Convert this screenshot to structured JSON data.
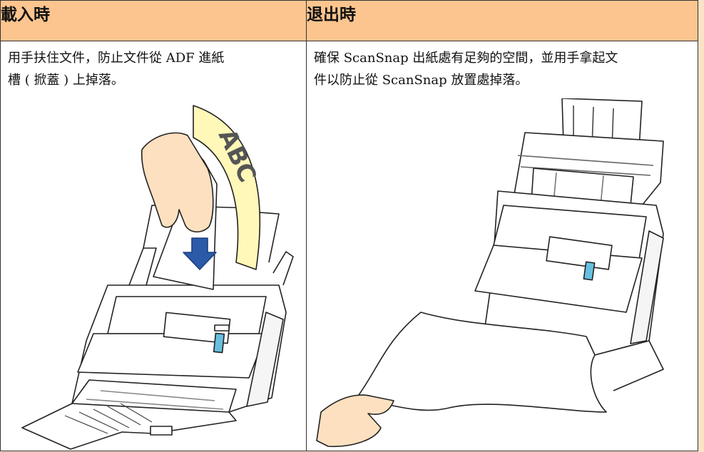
{
  "columns": [
    {
      "header": "載入時",
      "line1": "用手扶住文件，防止文件從 ADF 進紙",
      "line2": "槽 ( 掀蓋 ) 上掉落。",
      "paper_label": "ABC"
    },
    {
      "header": "退出時",
      "line1": "確保 ScanSnap 出紙處有足夠的空間，並用手拿起文",
      "line2": "件以防止從 ScanSnap 放置處掉落。"
    }
  ],
  "colors": {
    "page_bg": "#fde3c5",
    "header_bg": "#fcc58f",
    "paper_yellow": "#fff8b8",
    "arrow_blue": "#2a5aa8",
    "button_blue": "#67c0e0"
  }
}
